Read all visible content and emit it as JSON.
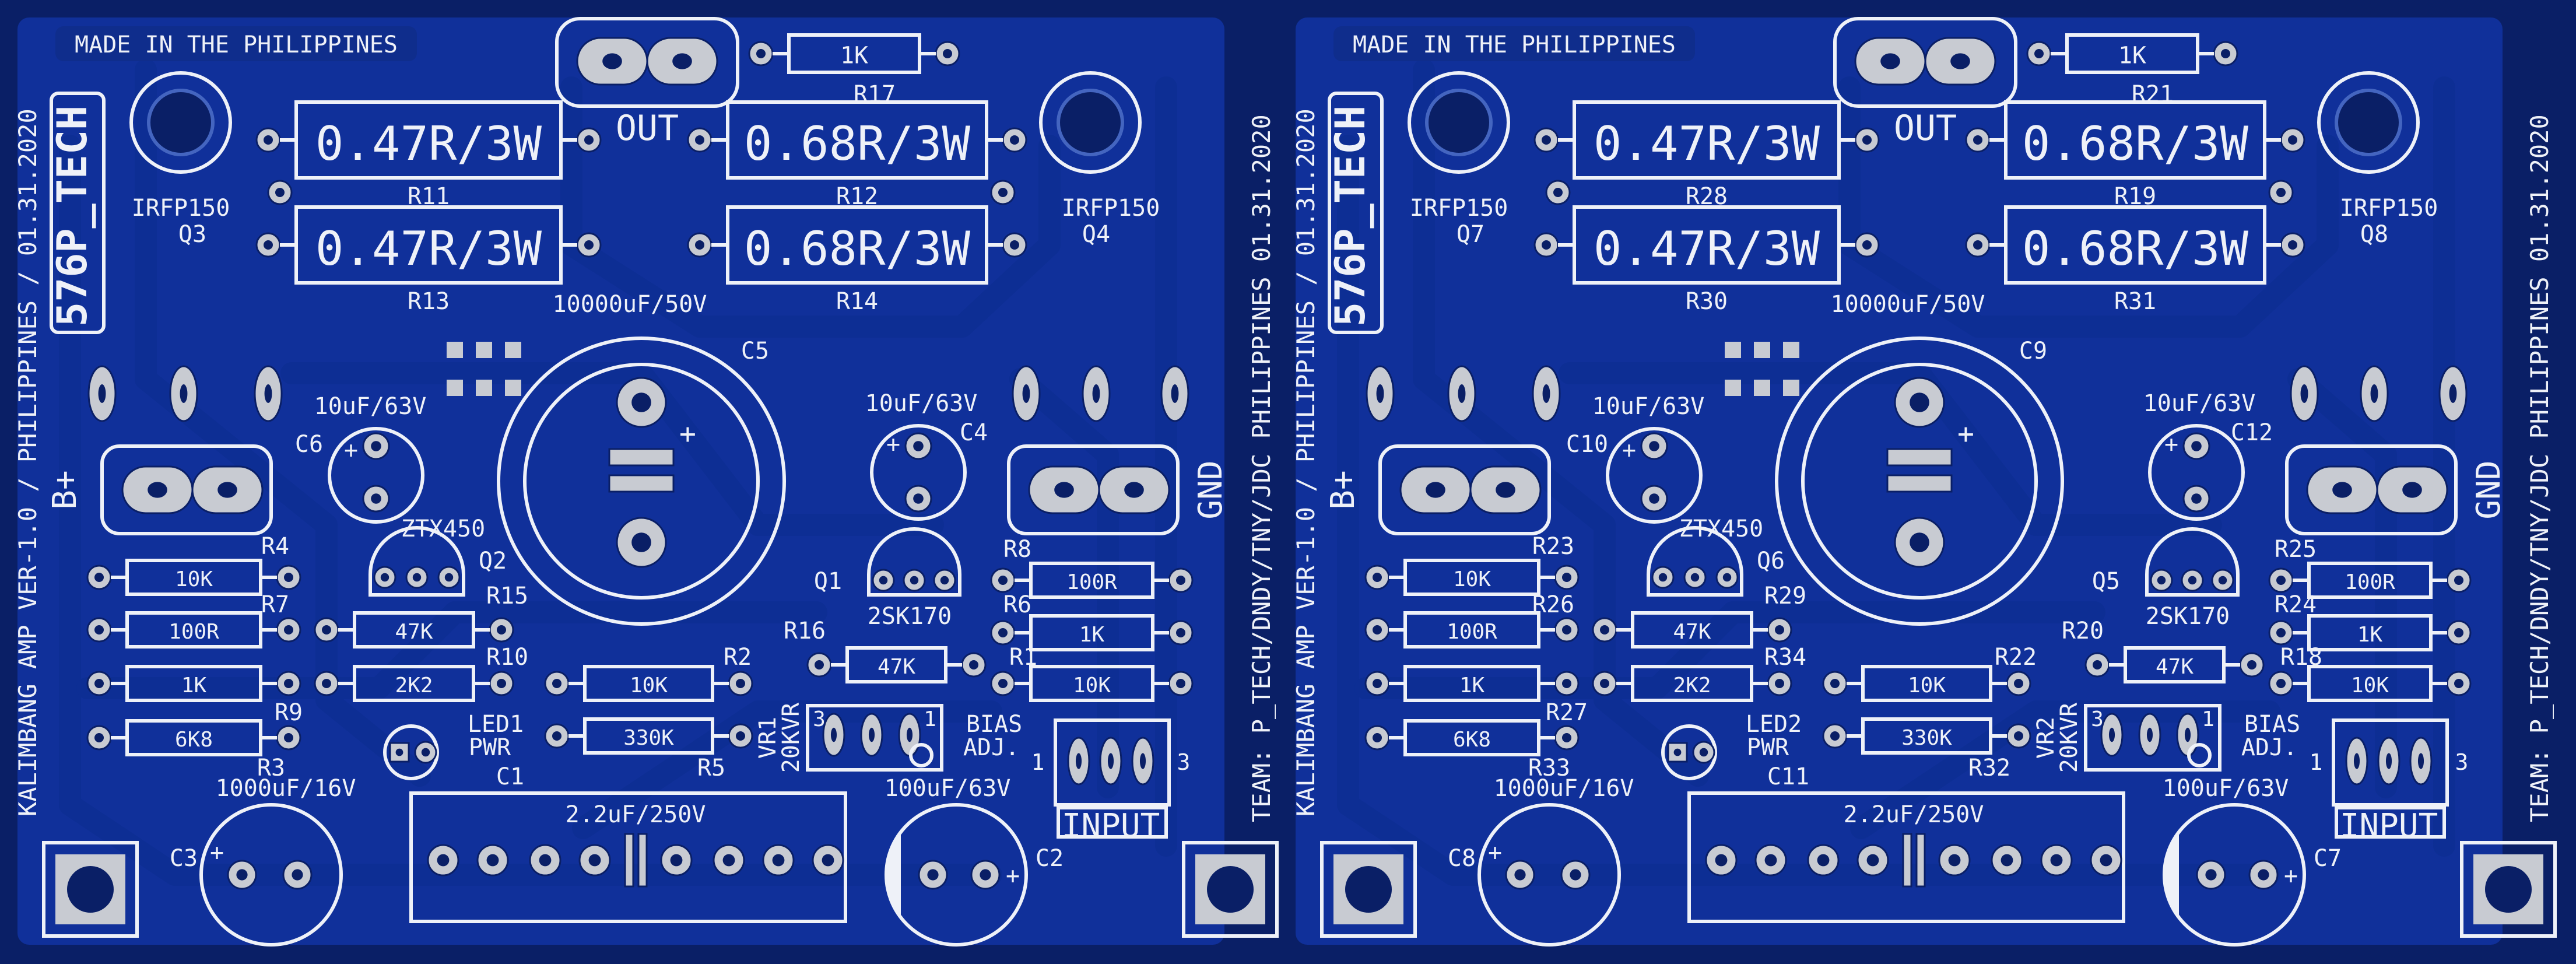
{
  "board": {
    "colors": {
      "substrate": "#0a1f66",
      "copper": "#10309a",
      "trace": "#0d2e94",
      "silkscreen": "#eef1f8",
      "pad": "#c8cbd2"
    },
    "channels": [
      {
        "made_in": "MADE IN THE PHILIPPINES",
        "logo": "576P_TECH",
        "version_text": "KALIMBANG AMP VER-1.0 / PHILIPPINES / 01.31.2020",
        "team_text": "TEAM: P_TECH/DNDY/TNY/JDC PHILIPPINES 01.31.2020",
        "out_label": "OUT",
        "gnd_label": "GND",
        "bplus_label": "B+",
        "input_label": "INPUT",
        "input_pin1": "1",
        "input_pin3": "3",
        "bias_label": "BIAS",
        "bias_label2": "ADJ.",
        "res_top": {
          "value": "1K",
          "ref": "R17"
        },
        "res_pwr": [
          {
            "value": "0.47R/3W",
            "ref": "R11"
          },
          {
            "value": "0.68R/3W",
            "ref": "R12"
          },
          {
            "value": "0.47R/3W",
            "ref": "R13"
          },
          {
            "value": "0.68R/3W",
            "ref": "R14"
          }
        ],
        "q_left": {
          "part": "IRFP150",
          "ref": "Q3"
        },
        "q_right": {
          "part": "IRFP150",
          "ref": "Q4"
        },
        "c_big": {
          "value": "10000uF/50V",
          "ref": "C5"
        },
        "c_left_small": {
          "value": "10uF/63V",
          "ref": "C6"
        },
        "c_right_small": {
          "value": "10uF/63V",
          "ref": "C4"
        },
        "q_ztx": {
          "part": "ZTX450",
          "ref": "Q2"
        },
        "q_2sk": {
          "part": "2SK170",
          "ref": "Q1"
        },
        "res_left": [
          {
            "value": "10K",
            "ref": "R4"
          },
          {
            "value": "100R",
            "ref": "R7"
          },
          {
            "value": "1K",
            "ref": "R9"
          },
          {
            "value": "6K8",
            "ref": "R3"
          }
        ],
        "res_mid": [
          {
            "value": "47K",
            "ref": "R15"
          },
          {
            "value": "2K2",
            "ref": "R10"
          }
        ],
        "res_center": [
          {
            "value": "10K",
            "ref": "R2"
          },
          {
            "value": "330K",
            "ref": "R5"
          }
        ],
        "res_r16": {
          "value": "47K",
          "ref": "R16"
        },
        "res_right": [
          {
            "value": "100R",
            "ref": "R8"
          },
          {
            "value": "1K",
            "ref": "R6"
          },
          {
            "value": "10K",
            "ref": "R1"
          }
        ],
        "led": {
          "ref": "LED1",
          "label": "PWR"
        },
        "vr": {
          "ref": "VR1",
          "value": "20KVR",
          "pin3": "3",
          "pin1": "1"
        },
        "c_film": {
          "value": "2.2uF/250V",
          "ref": "C1"
        },
        "c_bl": {
          "value": "1000uF/16V",
          "ref": "C3"
        },
        "c_br": {
          "value": "100uF/63V",
          "ref": "C2"
        }
      },
      {
        "made_in": "MADE IN THE PHILIPPINES",
        "logo": "576P_TECH",
        "version_text": "KALIMBANG AMP VER-1.0 / PHILIPPINES / 01.31.2020",
        "team_text": "TEAM: P_TECH/DNDY/TNY/JDC PHILIPPINES 01.31.2020",
        "out_label": "OUT",
        "gnd_label": "GND",
        "bplus_label": "B+",
        "input_label": "INPUT",
        "input_pin1": "1",
        "input_pin3": "3",
        "bias_label": "BIAS",
        "bias_label2": "ADJ.",
        "res_top": {
          "value": "1K",
          "ref": "R21"
        },
        "res_pwr": [
          {
            "value": "0.47R/3W",
            "ref": "R28"
          },
          {
            "value": "0.68R/3W",
            "ref": "R19"
          },
          {
            "value": "0.47R/3W",
            "ref": "R30"
          },
          {
            "value": "0.68R/3W",
            "ref": "R31"
          }
        ],
        "q_left": {
          "part": "IRFP150",
          "ref": "Q7"
        },
        "q_right": {
          "part": "IRFP150",
          "ref": "Q8"
        },
        "c_big": {
          "value": "10000uF/50V",
          "ref": "C9"
        },
        "c_left_small": {
          "value": "10uF/63V",
          "ref": "C10"
        },
        "c_right_small": {
          "value": "10uF/63V",
          "ref": "C12"
        },
        "q_ztx": {
          "part": "ZTX450",
          "ref": "Q6"
        },
        "q_2sk": {
          "part": "2SK170",
          "ref": "Q5"
        },
        "res_left": [
          {
            "value": "10K",
            "ref": "R23"
          },
          {
            "value": "100R",
            "ref": "R26"
          },
          {
            "value": "1K",
            "ref": "R27"
          },
          {
            "value": "6K8",
            "ref": "R33"
          }
        ],
        "res_mid": [
          {
            "value": "47K",
            "ref": "R29"
          },
          {
            "value": "2K2",
            "ref": "R34"
          }
        ],
        "res_center": [
          {
            "value": "10K",
            "ref": "R22"
          },
          {
            "value": "330K",
            "ref": "R32"
          }
        ],
        "res_r16": {
          "value": "47K",
          "ref": "R20"
        },
        "res_right": [
          {
            "value": "100R",
            "ref": "R25"
          },
          {
            "value": "1K",
            "ref": "R24"
          },
          {
            "value": "10K",
            "ref": "R18"
          }
        ],
        "led": {
          "ref": "LED2",
          "label": "PWR"
        },
        "vr": {
          "ref": "VR2",
          "value": "20KVR",
          "pin3": "3",
          "pin1": "1"
        },
        "c_film": {
          "value": "2.2uF/250V",
          "ref": "C11"
        },
        "c_bl": {
          "value": "1000uF/16V",
          "ref": "C8"
        },
        "c_br": {
          "value": "100uF/63V",
          "ref": "C7"
        }
      }
    ]
  }
}
